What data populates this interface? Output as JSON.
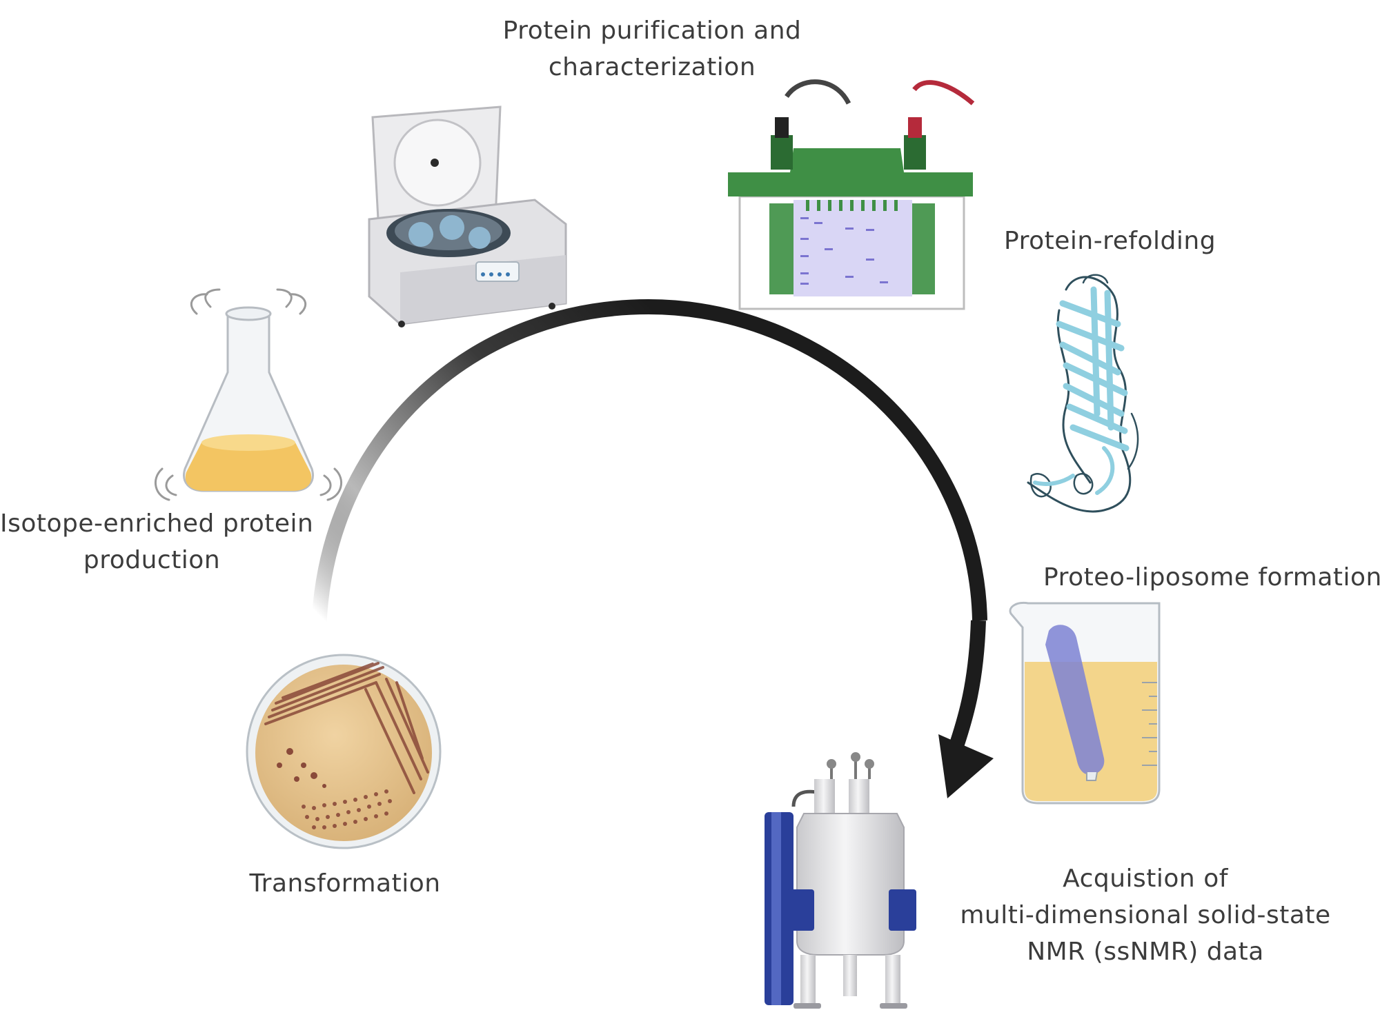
{
  "steps": {
    "purification": {
      "line1": "Protein purification and",
      "line2": "characterization"
    },
    "refolding": {
      "label": "Protein-refolding"
    },
    "liposome": {
      "label": "Proteo-liposome formation"
    },
    "acquisition": {
      "line1": "Acquistion of",
      "line2": "multi-dimensional solid-state",
      "line3": "NMR (ssNMR) data"
    },
    "transformation": {
      "label": "Transformation"
    },
    "production": {
      "line1": "Isotope-enriched protein",
      "line2": "production"
    }
  },
  "colors": {
    "arrow": "#1c1c1c",
    "gel_box": "#3f8f45",
    "gel": "#d9d6f5",
    "medium": "#f3c562",
    "agar": "#e6c48f",
    "colony": "#8a4a3a",
    "magnet_blue": "#2a3f9a",
    "protein": "#9fd4e2",
    "tube": "#7d83d3"
  },
  "icons": [
    "flask-icon",
    "centrifuge-icon",
    "electrophoresis-icon",
    "protein-structure-icon",
    "beaker-icon",
    "nmr-spectrometer-icon",
    "petri-dish-icon"
  ]
}
